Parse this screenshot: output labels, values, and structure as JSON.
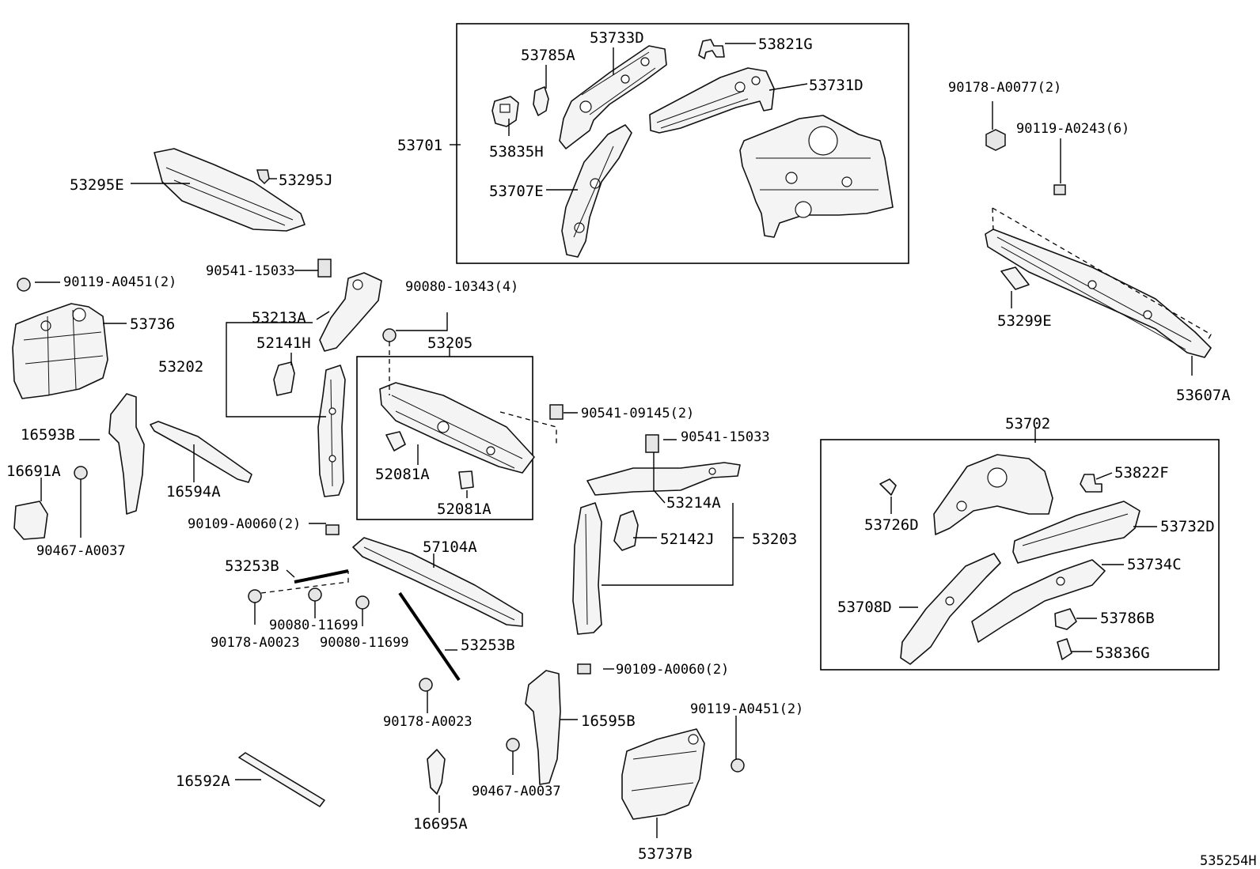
{
  "diagram_code": "535254H",
  "callouts": {
    "p53733D": "53733D",
    "p53785A": "53785A",
    "p53821G": "53821G",
    "p53731D": "53731D",
    "p53701": "53701",
    "p53835H": "53835H",
    "p53707E": "53707E",
    "p90178_A0077": "90178-A0077(2)",
    "p90119_A0243": "90119-A0243(6)",
    "p53299E": "53299E",
    "p53607A": "53607A",
    "p53295E": "53295E",
    "p53295J": "53295J",
    "p90541_15033_a": "90541-15033",
    "p90080_10343": "90080-10343(4)",
    "p90119_A0451_a": "90119-A0451(2)",
    "p53736": "53736",
    "p53213A": "53213A",
    "p53202": "53202",
    "p52141H": "52141H",
    "p53205": "53205",
    "p90541_09145": "90541-09145(2)",
    "p16593B": "16593B",
    "p16691A": "16691A",
    "p16594A": "16594A",
    "p90467_A0037_a": "90467-A0037",
    "p52081A_a": "52081A",
    "p52081A_b": "52081A",
    "p90541_15033_b": "90541-15033",
    "p53214A": "53214A",
    "p52142J": "52142J",
    "p53203": "53203",
    "p90109_A0060_a": "90109-A0060(2)",
    "p57104A": "57104A",
    "p53253B_a": "53253B",
    "p90080_11699_a": "90080-11699",
    "p90178_A0023_a": "90178-A0023",
    "p90080_11699_b": "90080-11699",
    "p53253B_b": "53253B",
    "p90109_A0060_b": "90109-A0060(2)",
    "p90178_A0023_b": "90178-A0023",
    "p16595B": "16595B",
    "p90119_A0451_b": "90119-A0451(2)",
    "p90467_A0037_b": "90467-A0037",
    "p16592A": "16592A",
    "p16695A": "16695A",
    "p53737B": "53737B",
    "p53702": "53702",
    "p53822F": "53822F",
    "p53726D": "53726D",
    "p53732D": "53732D",
    "p53734C": "53734C",
    "p53708D": "53708D",
    "p53786B": "53786B",
    "p53836G": "53836G"
  }
}
